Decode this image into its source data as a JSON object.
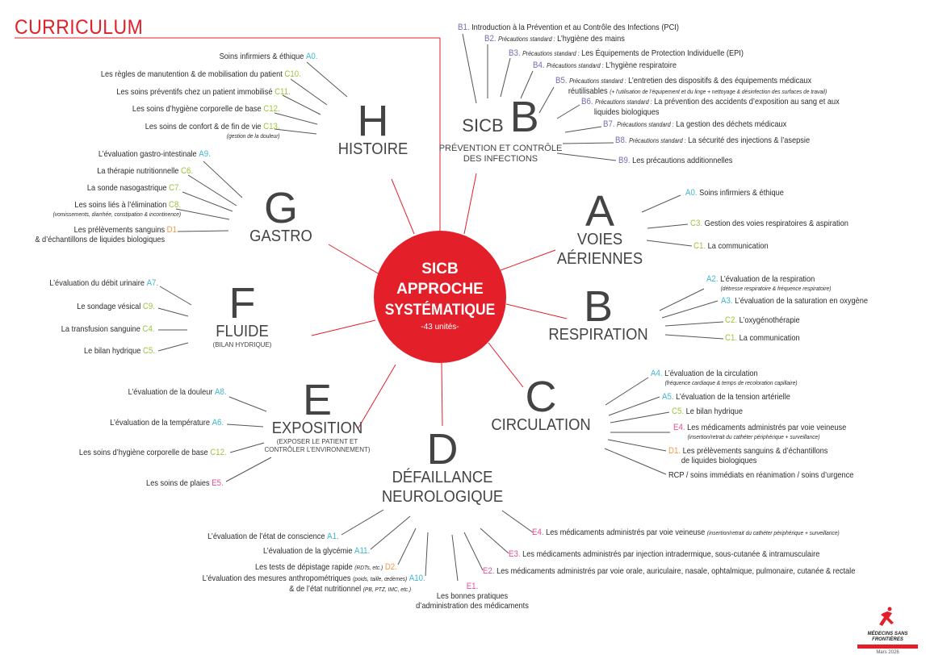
{
  "header": {
    "title": "CURRICULUM"
  },
  "center": {
    "line1": "SICB",
    "line2": "APPROCHE",
    "line3": "SYSTÉMATIQUE",
    "units": "-43 unités-"
  },
  "colors": {
    "brand_red": "#e3202a",
    "A": "#3fb6cf",
    "B": "#7a6ab3",
    "C": "#9cc33b",
    "D": "#f0994a",
    "E": "#e0509c",
    "text": "#2b2b2b",
    "heading": "#444444"
  },
  "categories": [
    {
      "id": "H",
      "letter": "H",
      "prefix": "",
      "titles": [
        "HISTOIRE"
      ],
      "subtitles": [],
      "items": [
        {
          "code": "A0.",
          "text": "Soins infirmiers & éthique"
        },
        {
          "code": "C10.",
          "text": "Les règles de manutention & de mobilisation du patient"
        },
        {
          "code": "C11.",
          "text": "Les soins préventifs chez un patient immobilisé"
        },
        {
          "code": "C12.",
          "text": "Les soins d’hygiène corporelle de base"
        },
        {
          "code": "C13.",
          "text": "Les soins de confort & de fin de vie",
          "note": "(gestion de la douleur)"
        }
      ]
    },
    {
      "id": "SICB",
      "letter": "B",
      "prefix": "SICB",
      "titles": [],
      "subtitles_large": [
        "PRÉVENTION ET CONTRÔLE",
        "DES INFECTIONS"
      ],
      "items": [
        {
          "code": "B1.",
          "text": "Introduction à la Prévention et au Contrôle des Infections (PCI)"
        },
        {
          "code": "B2.",
          "prefix": "Précautions standard :",
          "text": "L’hygiène des mains"
        },
        {
          "code": "B3.",
          "prefix": "Précautions standard :",
          "text": "Les Équipements de Protection Individuelle (EPI)"
        },
        {
          "code": "B4.",
          "prefix": "Précautions standard :",
          "text": "L’hygiène respiratoire"
        },
        {
          "code": "B5.",
          "prefix": "Précautions standard :",
          "text": "L’entretien des dispositifs & des équipements médicaux",
          "line2": "réutilisables",
          "note": "(+ l’utilisation de l’équipement et du linge + nettoyage & désinfection des surfaces de travail)"
        },
        {
          "code": "B6.",
          "prefix": "Précautions standard :",
          "text": "La prévention des accidents d’exposition au sang et aux",
          "line2": "liquides biologiques"
        },
        {
          "code": "B7.",
          "prefix": "Précautions standard :",
          "text": "La gestion des déchets médicaux"
        },
        {
          "code": "B8.",
          "prefix": "Précautions standard :",
          "text": "La sécurité des injections & l’asepsie"
        },
        {
          "code": "B9.",
          "text": "Les précautions additionnelles"
        }
      ]
    },
    {
      "id": "A",
      "letter": "A",
      "prefix": "",
      "titles": [
        "VOIES",
        "AÉRIENNES"
      ],
      "subtitles": [],
      "items": [
        {
          "code": "A0.",
          "text": "Soins infirmiers & éthique"
        },
        {
          "code": "C3.",
          "text": "Gestion des voies respiratoires & aspiration"
        },
        {
          "code": "C1.",
          "text": "La communication"
        }
      ]
    },
    {
      "id": "B",
      "letter": "B",
      "prefix": "",
      "titles": [
        "RESPIRATION"
      ],
      "subtitles": [],
      "items": [
        {
          "code": "A2.",
          "text": "L’évaluation de la respiration",
          "note": "(détresse respiratoire & fréquence respiratoire)"
        },
        {
          "code": "A3.",
          "text": "L’évaluation de la saturation en oxygène"
        },
        {
          "code": "C2.",
          "text": "L’oxygénothérapie"
        },
        {
          "code": "C1.",
          "text": "La communication"
        }
      ]
    },
    {
      "id": "C",
      "letter": "C",
      "prefix": "",
      "titles": [
        "CIRCULATION"
      ],
      "subtitles": [],
      "items": [
        {
          "code": "A4.",
          "text": "L’évaluation de la circulation",
          "note": "(fréquence cardiaque & temps de recoloration capillaire)"
        },
        {
          "code": "A5.",
          "text": "L’évaluation de la tension artérielle"
        },
        {
          "code": "C5.",
          "text": "Le bilan hydrique"
        },
        {
          "code": "E4.",
          "text": "Les médicaments administrés par voie veineuse",
          "note": "(insertion/retrait du cathéter périphérique + surveillance)"
        },
        {
          "code": "D1.",
          "text": "Les prélèvements sanguins & d’échantillons",
          "line2": "de liquides biologiques"
        },
        {
          "code": "",
          "text": "RCP / soins immédiats en réanimation / soins d’urgence"
        }
      ]
    },
    {
      "id": "D",
      "letter": "D",
      "prefix": "",
      "titles": [
        "DÉFAILLANCE",
        "NEUROLOGIQUE"
      ],
      "subtitles": [],
      "items": [
        {
          "code": "A1.",
          "text": "L’évaluation de l’état de conscience"
        },
        {
          "code": "A11.",
          "text": "L’évaluation de la glycémie"
        },
        {
          "code": "D2.",
          "text": "Les tests de dépistage rapide",
          "inline_note": "(RDTs, etc.)"
        },
        {
          "code": "A10.",
          "text": "L’évaluation des mesures anthropométriques",
          "inline_note": "(poids, taille, œdèmes)",
          "line2": "& de l’état nutritionnel",
          "line2_note": "(PB, PTZ, IMC, etc.)"
        },
        {
          "code": "E1.",
          "text": "Les bonnes pratiques",
          "line2": "d’administration des médicaments"
        },
        {
          "code": "E2.",
          "text": "Les médicaments administrés par voie orale, auriculaire, nasale, ophtalmique, pulmonaire, cutanée & rectale"
        },
        {
          "code": "E3.",
          "text": "Les médicaments administrés par injection intradermique, sous-cutanée & intramusculaire"
        },
        {
          "code": "E4.",
          "text": "Les médicaments administrés par voie veineuse",
          "inline_note": "(insertion/retrait du cathéter périphérique + surveillance)"
        }
      ]
    },
    {
      "id": "E",
      "letter": "E",
      "prefix": "",
      "titles": [
        "EXPOSITION"
      ],
      "subtitles": [
        "(EXPOSER LE PATIENT ET",
        "CONTRÔLER L’ENVIRONNEMENT)"
      ],
      "items": [
        {
          "code": "A8.",
          "text": "L’évaluation de la douleur"
        },
        {
          "code": "A6.",
          "text": "L’évaluation de la température"
        },
        {
          "code": "C12.",
          "text": "Les soins d’hygiène corporelle de base"
        },
        {
          "code": "E5.",
          "text": "Les soins de plaies"
        }
      ]
    },
    {
      "id": "F",
      "letter": "F",
      "prefix": "",
      "titles": [
        "FLUIDE"
      ],
      "subtitles": [
        "(BILAN HYDRIQUE)"
      ],
      "items": [
        {
          "code": "A7.",
          "text": "L’évaluation du débit urinaire"
        },
        {
          "code": "C9.",
          "text": "Le sondage vésical"
        },
        {
          "code": "C4.",
          "text": "La transfusion sanguine"
        },
        {
          "code": "C5.",
          "text": "Le bilan hydrique"
        }
      ]
    },
    {
      "id": "G",
      "letter": "G",
      "prefix": "",
      "titles": [
        "GASTRO"
      ],
      "subtitles": [],
      "items": [
        {
          "code": "A9.",
          "text": "L’évaluation gastro-intestinale"
        },
        {
          "code": "C6.",
          "text": "La thérapie nutritionnelle"
        },
        {
          "code": "C7.",
          "text": "La sonde nasogastrique"
        },
        {
          "code": "C8.",
          "text": "Les soins liés à l’élimination",
          "note": "(vomissements, diarrhée, constipation & incontinence)"
        },
        {
          "code": "D1.",
          "text": "Les prélèvements sanguins",
          "line2": "& d’échantillons de liquides biologiques"
        }
      ]
    }
  ],
  "logo": {
    "text": "MÉDECINS SANS FRONTIÈRES",
    "date": "Mars 2026"
  }
}
